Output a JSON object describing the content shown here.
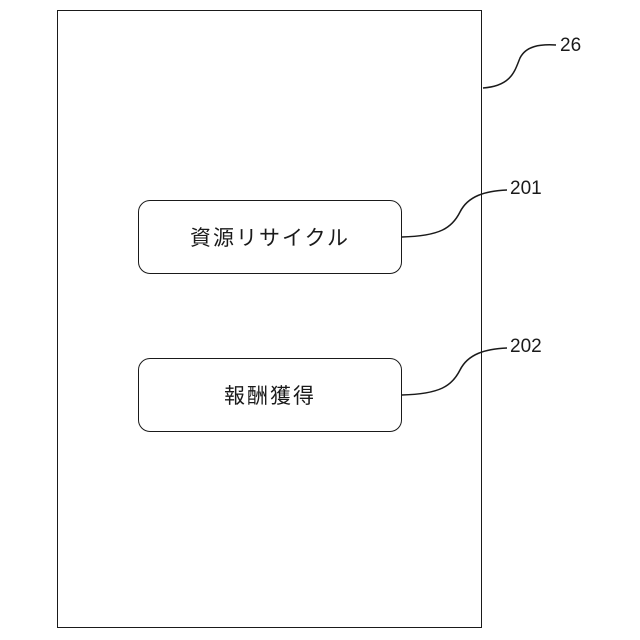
{
  "diagram": {
    "reference_numerals": {
      "device": "26",
      "block_1": "201",
      "block_2": "202"
    },
    "blocks": [
      {
        "label": "資源リサイクル"
      },
      {
        "label": "報酬獲得"
      }
    ]
  }
}
